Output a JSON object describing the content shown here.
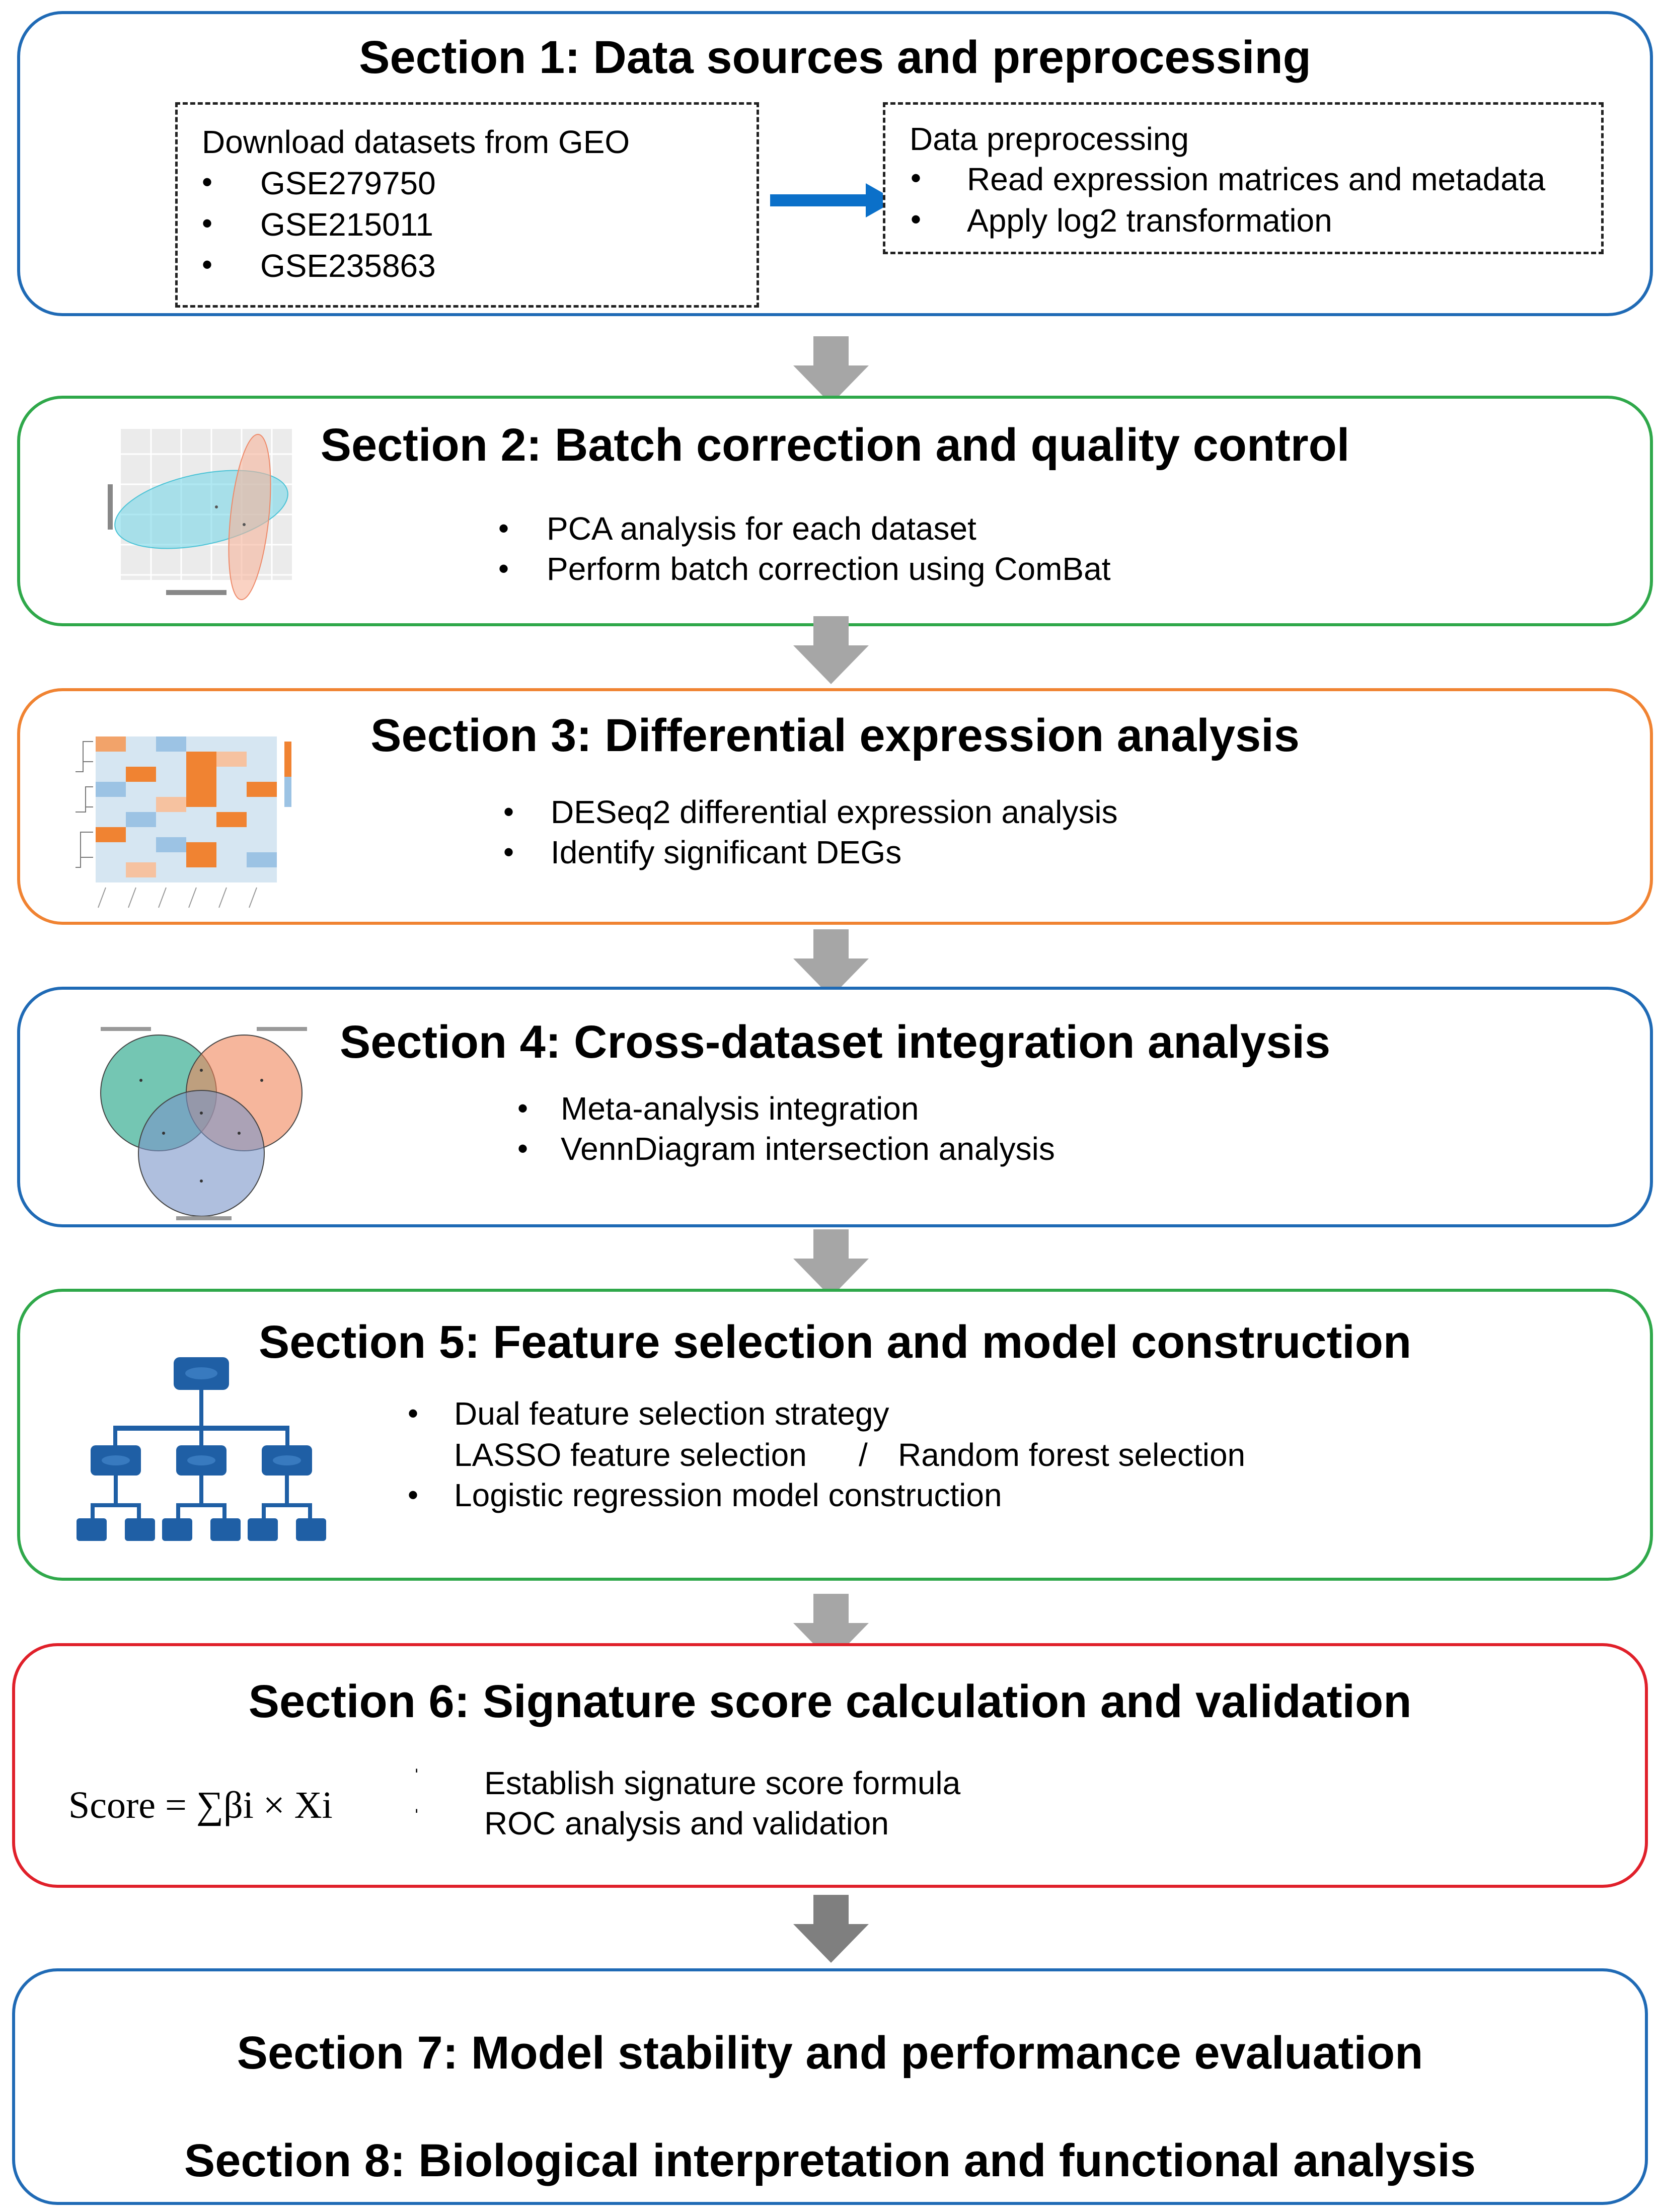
{
  "colors": {
    "blue": "#1f6ab5",
    "green": "#2fa84a",
    "orange": "#f08332",
    "red": "#e0202a",
    "arrow_gray": "#a6a6a6",
    "arrow_blue": "#0b70c9"
  },
  "section1": {
    "title": "Section 1: Data sources and preprocessing",
    "left_box": {
      "heading": "Download datasets from GEO",
      "items": [
        "GSE279750",
        "GSE215011",
        "GSE235863"
      ]
    },
    "right_box": {
      "heading": "Data preprocessing",
      "items": [
        "Read expression matrices and metadata",
        "Apply log2 transformation"
      ]
    }
  },
  "section2": {
    "title": "Section 2: Batch correction and quality control",
    "items": [
      "PCA analysis for each dataset",
      "Perform batch correction using ComBat"
    ],
    "thumbnail_icon": "pca-ellipse-plot-icon"
  },
  "section3": {
    "title": "Section 3: Differential expression analysis",
    "items": [
      "DESeq2 differential expression analysis",
      "Identify significant DEGs"
    ],
    "thumbnail_icon": "heatmap-icon"
  },
  "section4": {
    "title": "Section 4: Cross-dataset integration analysis",
    "items": [
      "Meta-analysis integration",
      "VennDiagram intersection analysis"
    ],
    "thumbnail_icon": "venn-diagram-icon"
  },
  "section5": {
    "title": "Section 5: Feature selection and model construction",
    "item1": "Dual feature selection strategy",
    "sub_left": "LASSO feature selection",
    "sub_sep": "/",
    "sub_right": "Random forest selection",
    "item2": "Logistic regression model construction",
    "thumbnail_icon": "hierarchy-tree-icon"
  },
  "section6": {
    "title": "Section 6: Signature score calculation and validation",
    "formula": "Score = ∑βi × Xi",
    "items": [
      "Establish signature score formula",
      "ROC analysis and validation"
    ]
  },
  "section78": {
    "title7": "Section 7: Model stability and performance evaluation",
    "title8": "Section 8: Biological interpretation and functional analysis"
  }
}
